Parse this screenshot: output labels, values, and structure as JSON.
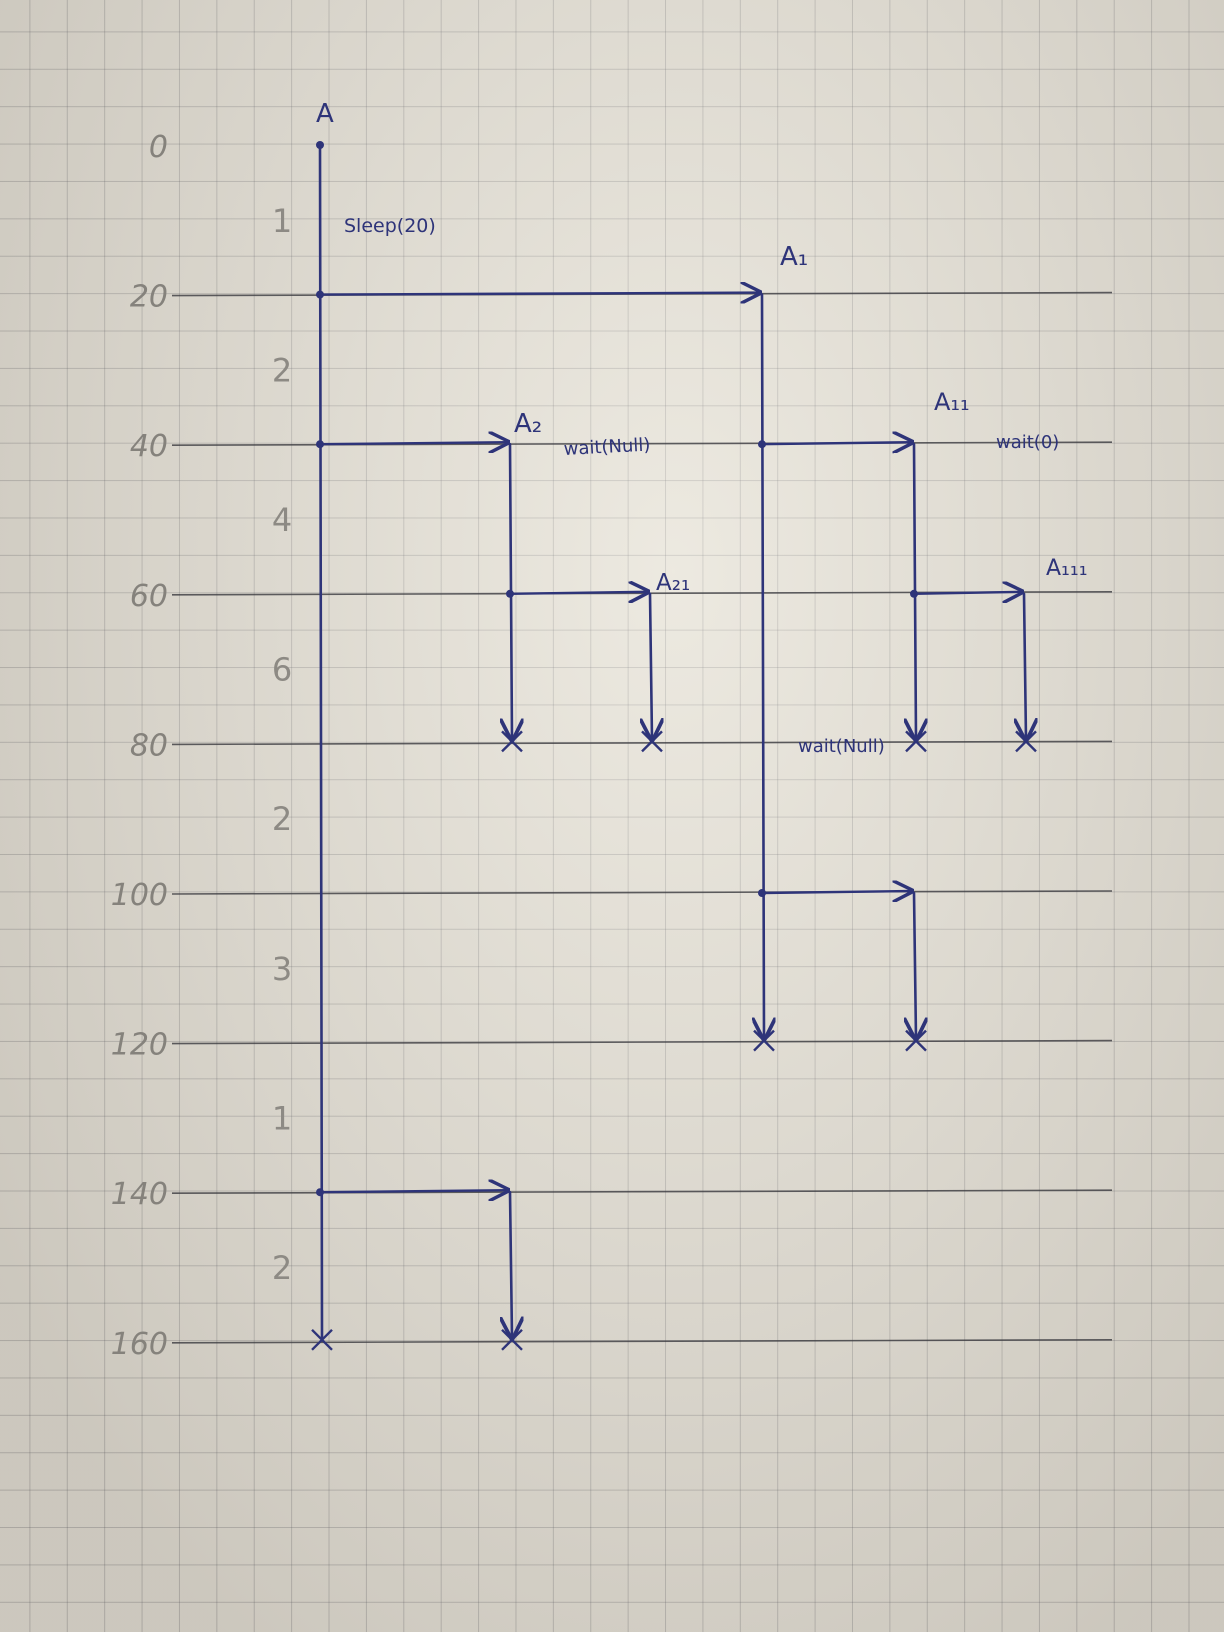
{
  "colors": {
    "ink": "#2e3479",
    "pencil": "#8d8a84",
    "ruler": "#3b3b40"
  },
  "time_axis": {
    "ticks": [
      {
        "label": "0",
        "t": 0
      },
      {
        "label": "20",
        "t": 20
      },
      {
        "label": "40",
        "t": 40
      },
      {
        "label": "60",
        "t": 60
      },
      {
        "label": "80",
        "t": 80
      },
      {
        "label": "100",
        "t": 100
      },
      {
        "label": "120",
        "t": 120
      },
      {
        "label": "140",
        "t": 140
      },
      {
        "label": "160",
        "t": 160
      }
    ],
    "interval_counts": [
      {
        "label": "1",
        "t": 10
      },
      {
        "label": "2",
        "t": 30
      },
      {
        "label": "4",
        "t": 50
      },
      {
        "label": "6",
        "t": 70
      },
      {
        "label": "2",
        "t": 90
      },
      {
        "label": "3",
        "t": 110
      },
      {
        "label": "1",
        "t": 130
      },
      {
        "label": "2",
        "t": 150
      }
    ]
  },
  "processes": [
    {
      "label": "A",
      "start": 0,
      "end": 160
    },
    {
      "label": "A₁",
      "start": 20,
      "end": 120
    },
    {
      "label": "A₂",
      "start": 40,
      "end": 80
    },
    {
      "label": "A₁₁",
      "start": 40,
      "end": 80
    },
    {
      "label": "A₂₁",
      "start": 60,
      "end": 80
    },
    {
      "label": "A₁₁₁",
      "start": 60,
      "end": 80
    },
    {
      "label": "",
      "start": 100,
      "end": 120
    },
    {
      "label": "",
      "start": 140,
      "end": 160
    }
  ],
  "forks": [
    {
      "from": "A",
      "to": "A₁",
      "t": 20
    },
    {
      "from": "A",
      "to": "A₂",
      "t": 40
    },
    {
      "from": "A₁",
      "to": "A₁₁",
      "t": 40
    },
    {
      "from": "A₂",
      "to": "A₂₁",
      "t": 60
    },
    {
      "from": "A₁₁",
      "to": "A₁₁₁",
      "t": 60
    },
    {
      "from": "A₁",
      "to": "",
      "t": 100
    },
    {
      "from": "A",
      "to": "",
      "t": 140
    }
  ],
  "annotations": [
    {
      "text": "Sleep(20)",
      "t": 10
    },
    {
      "text": "wait(Null)",
      "t": 40
    },
    {
      "text": "wait(0)",
      "t": 40
    },
    {
      "text": "wait(Null)",
      "t": 80
    }
  ]
}
